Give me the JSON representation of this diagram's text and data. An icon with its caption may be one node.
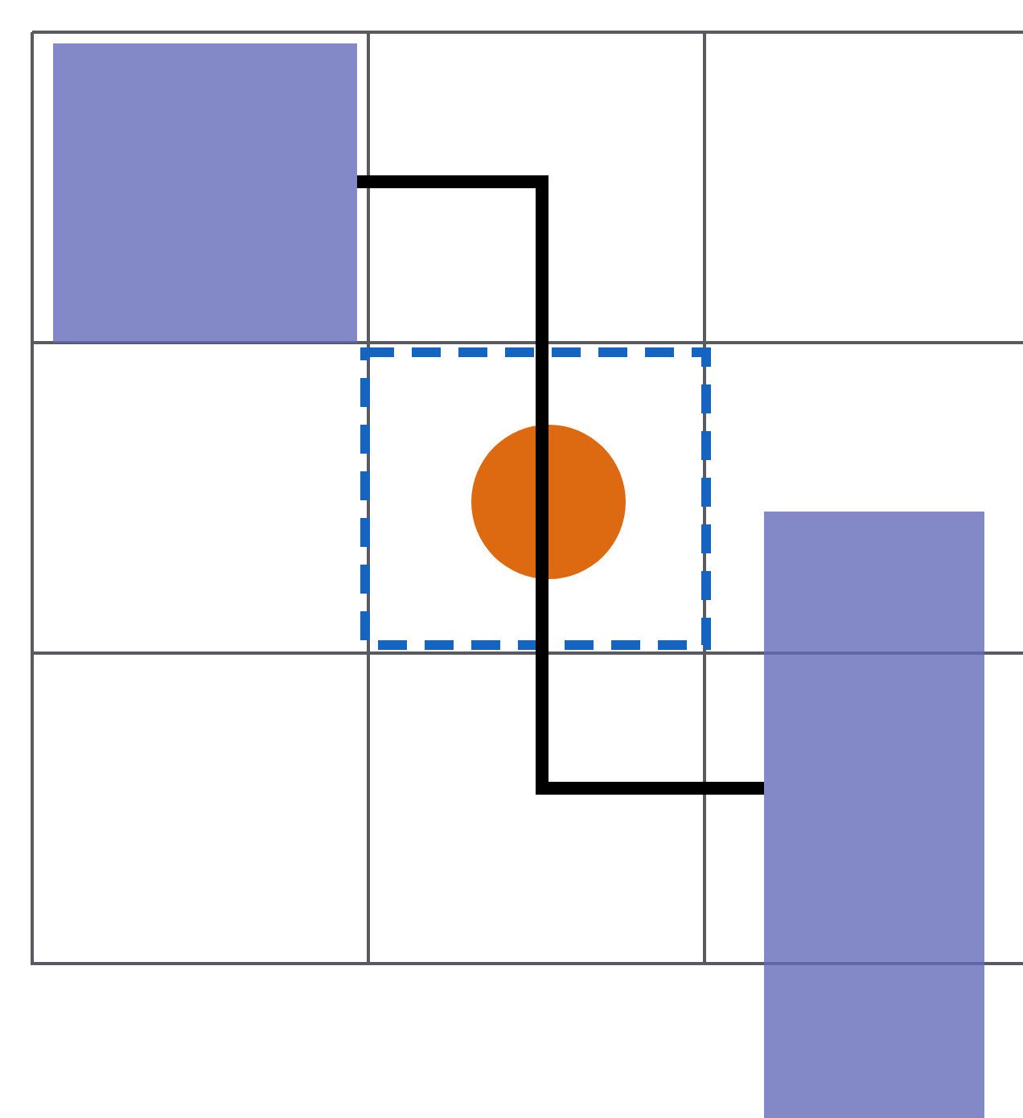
{
  "diagram": {
    "nodes": [
      {
        "text": [],
        "shape": "box"
      },
      {
        "text": [],
        "shape": "box"
      }
    ],
    "edges": [
      {
        "from": 0,
        "to": 1,
        "arrow": "none"
      }
    ]
  }
}
